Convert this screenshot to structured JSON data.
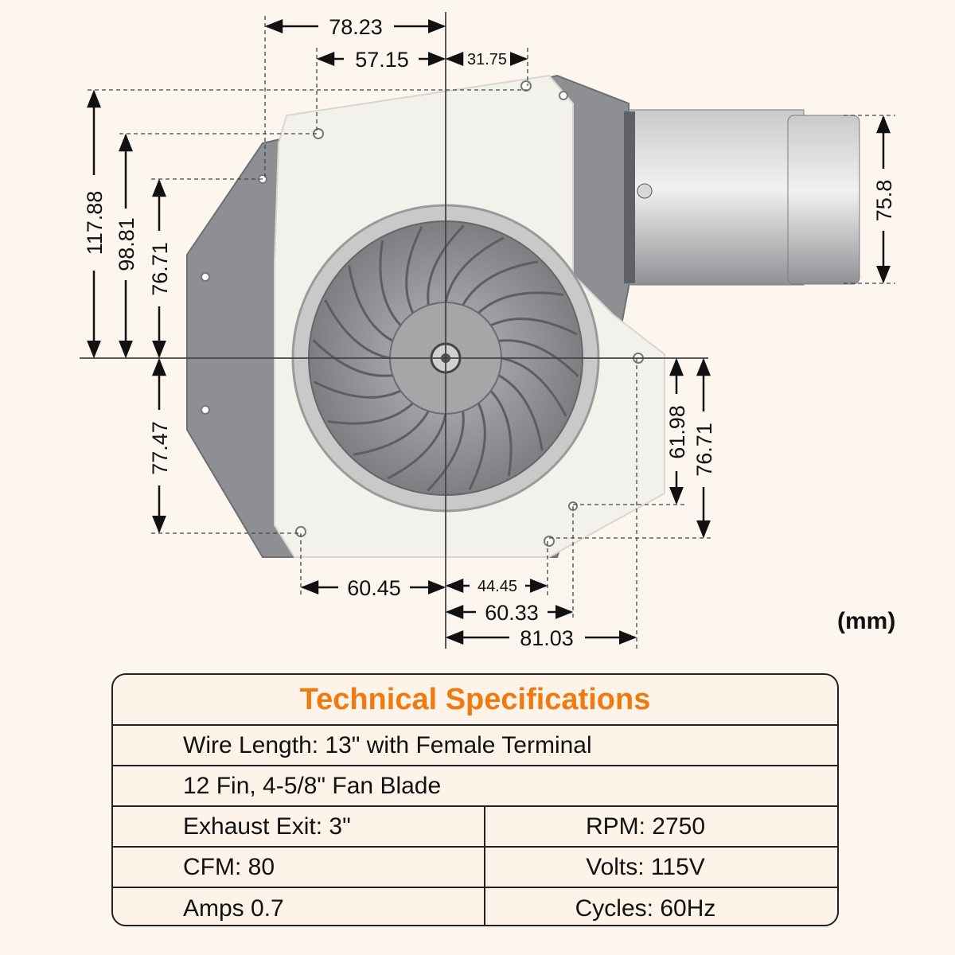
{
  "dimensions": {
    "d_78_23": "78.23",
    "d_57_15": "57.15",
    "d_31_75": "31.75",
    "d_117_88": "117.88",
    "d_98_81": "98.81",
    "d_76_71_upper": "76.71",
    "d_77_47": "77.47",
    "d_75_8": "75.8",
    "d_61_98": "61.98",
    "d_76_71_lower": "76.71",
    "d_60_45": "60.45",
    "d_44_45": "44.45",
    "d_60_33": "60.33",
    "d_81_03": "81.03"
  },
  "unit_label": "(mm)",
  "specs": {
    "title": "Technical Specifications",
    "wire_length": "Wire Length: 13\" with Female Terminal",
    "fan_blade": "12 Fin, 4-5/8\" Fan Blade",
    "exhaust_exit": "Exhaust Exit: 3\"",
    "rpm": "RPM: 2750",
    "cfm": "CFM: 80",
    "volts": "Volts: 115V",
    "amps": "Amps 0.7",
    "cycles": "Cycles: 60Hz"
  },
  "colors": {
    "title_accent": "#f07a10",
    "background": "#fdf6ee",
    "gasket": "#f2f1ec",
    "metal": "#8f9194"
  }
}
